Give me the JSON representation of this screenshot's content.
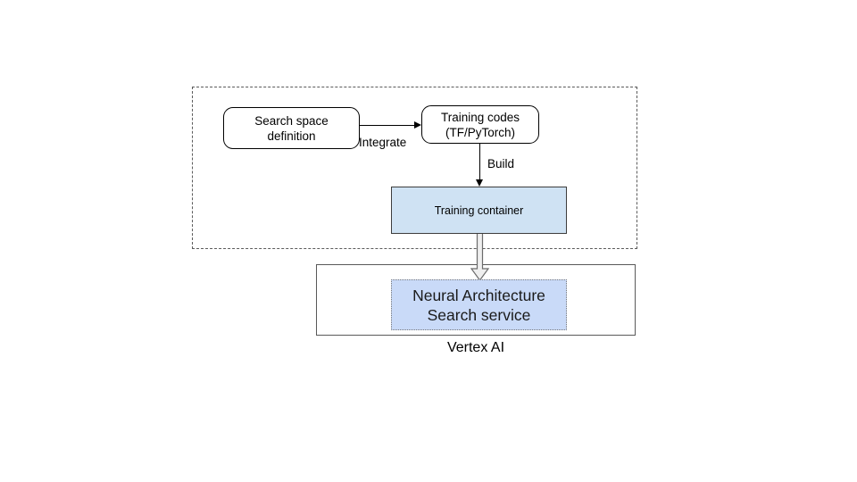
{
  "diagram": {
    "title_caption": "Vertex AI",
    "group": {
      "name": "user-environment-group",
      "border_style": "dashed"
    },
    "nodes": [
      {
        "id": "search-space",
        "label": "Search space\ndefinition",
        "line1": "Search space",
        "line2": "definition",
        "shape": "rounded-rect",
        "fill": "#ffffff",
        "stroke": "#000000"
      },
      {
        "id": "training-codes",
        "label": "Training codes\n(TF/PyTorch)",
        "line1": "Training codes",
        "line2": "(TF/PyTorch)",
        "shape": "rounded-rect",
        "fill": "#ffffff",
        "stroke": "#000000"
      },
      {
        "id": "training-container",
        "label": "Training container",
        "shape": "rect",
        "fill": "#cfe2f3",
        "stroke": "#3d3d3d"
      },
      {
        "id": "vertex-ai",
        "label": "Vertex AI",
        "shape": "rect",
        "fill": "#ffffff",
        "stroke": "#595959"
      },
      {
        "id": "nas-service",
        "label": "Neural Architecture\nSearch service",
        "line1": "Neural Architecture",
        "line2": "Search service",
        "shape": "rect-dotted",
        "fill": "#c9daf8",
        "stroke": "#7a7a7a"
      }
    ],
    "edges": [
      {
        "id": "integrate",
        "from": "search-space",
        "to": "training-codes",
        "label": "Integrate",
        "style": "thin-arrow"
      },
      {
        "id": "build",
        "from": "training-codes",
        "to": "training-container",
        "label": "Build",
        "style": "thin-arrow"
      },
      {
        "id": "deploy",
        "from": "training-container",
        "to": "nas-service",
        "label": "",
        "style": "block-arrow"
      }
    ]
  }
}
